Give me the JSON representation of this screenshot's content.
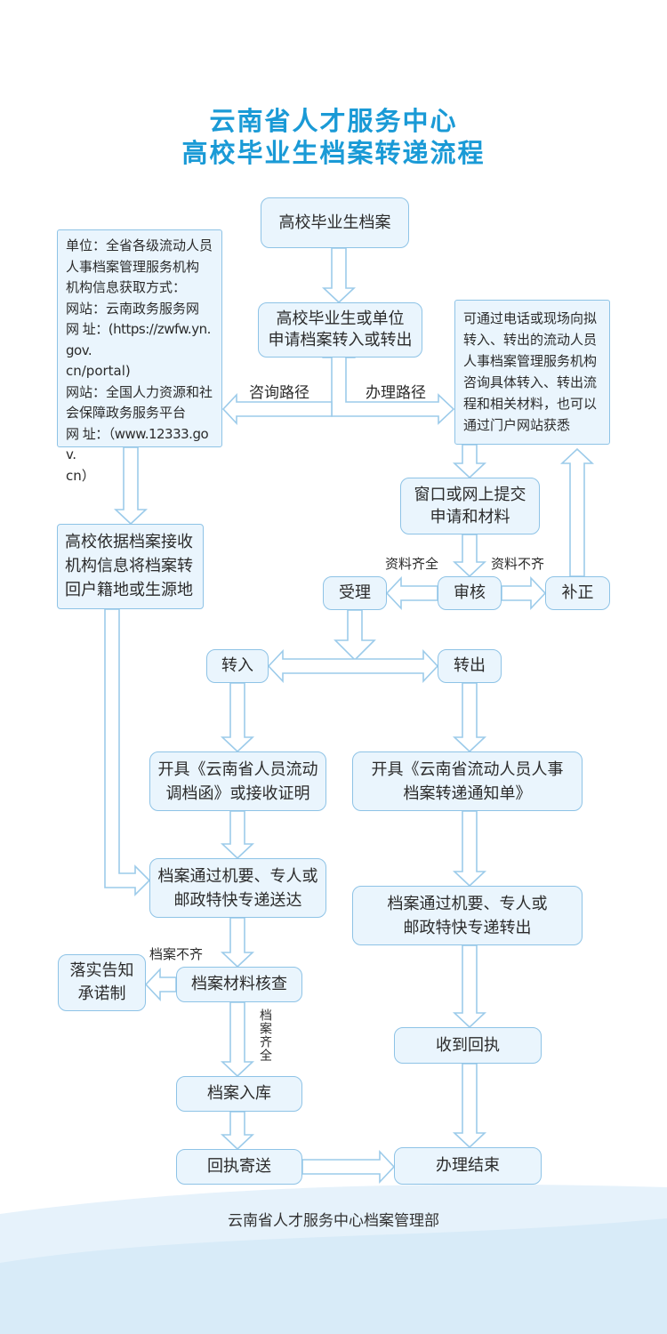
{
  "title": {
    "line1": "云南省人才服务中心",
    "line2": "高校毕业生档案转递流程"
  },
  "nodes": {
    "archive": "高校毕业生档案",
    "apply": [
      "高校毕业生或单位",
      "申请档案转入或转出"
    ],
    "left_info": [
      "单位：全省各级流动人员",
      "人事档案管理服务机构",
      "机构信息获取方式：",
      "网站：云南政务服务网",
      "网 址：(https://zwfw.yn.gov.",
      "cn/portal)",
      "网站：全国人力资源和社",
      "会保障政务服务平台",
      "网 址：（www.12333.gov.",
      "cn）"
    ],
    "right_info": [
      "可通过电话或现场向拟",
      "转入、转出的流动人员",
      "人事档案管理服务机构",
      "咨询具体转入、转出流",
      "程和相关材料，也可以",
      "通过门户网站获悉"
    ],
    "submit": [
      "窗口或网上提交",
      "申请和材料"
    ],
    "school_transfer": [
      "高校依据档案接收",
      "机构信息将档案转",
      "回户籍地或生源地"
    ],
    "accept": "受理",
    "review": "审核",
    "supplement": "补正",
    "transfer_in": "转入",
    "transfer_out": "转出",
    "issue_in": [
      "开具《云南省人员流动",
      "调档函》或接收证明"
    ],
    "issue_out": [
      "开具《云南省流动人员人事",
      "档案转递通知单》"
    ],
    "deliver_in": [
      "档案通过机要、专人或",
      "邮政特快专递送达"
    ],
    "deliver_out": [
      "档案通过机要、专人或",
      "邮政特快专递转出"
    ],
    "check": "档案材料核查",
    "commit": [
      "落实告知",
      "承诺制"
    ],
    "store": "档案入库",
    "receipt_send": "回执寄送",
    "receipt_get": "收到回执",
    "finish": "办理结束"
  },
  "labels": {
    "consult": "咨询路径",
    "handle": "办理路径",
    "complete": "资料齐全",
    "incomplete": "资料不齐",
    "archive_incomplete": "档案不齐",
    "archive_complete": "档案齐全"
  },
  "footer": "云南省人才服务中心档案管理部",
  "colors": {
    "title": "#1a9ad6",
    "box_fill": "#eaf5fd",
    "box_border": "#8ec3e6",
    "arrow_fill": "#ffffff",
    "arrow_stroke": "#9ccbea",
    "wave": "#dcedf9"
  }
}
